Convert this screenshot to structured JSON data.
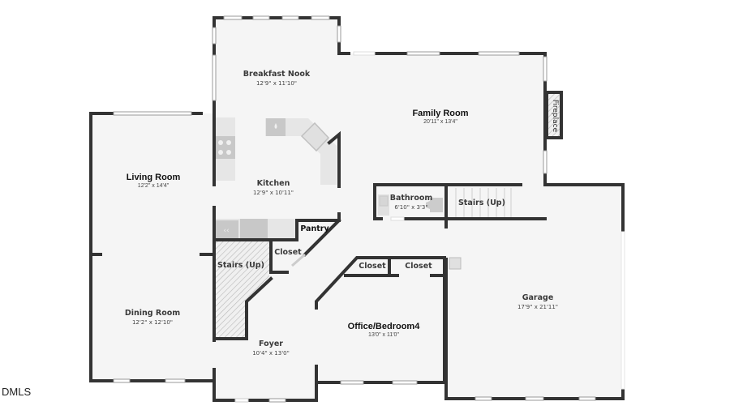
{
  "floor_plan": {
    "rooms": [
      {
        "id": "breakfast",
        "name": "Breakfast Nook",
        "dims": "12'9\" x 11'10\""
      },
      {
        "id": "family",
        "name": "Family Room",
        "dims": "20'11\" x 13'4\""
      },
      {
        "id": "living",
        "name": "Living Room",
        "dims": "12'2\" x 14'4\""
      },
      {
        "id": "kitchen",
        "name": "Kitchen",
        "dims": "12'9\" x 10'11\""
      },
      {
        "id": "bathroom",
        "name": "Bathroom",
        "dims": "6'10\" x 3'3\""
      },
      {
        "id": "stairs_right",
        "name": "Stairs (Up)",
        "dims": ""
      },
      {
        "id": "pantry",
        "name": "Pantry",
        "dims": ""
      },
      {
        "id": "stairs_left",
        "name": "Stairs (Up)",
        "dims": ""
      },
      {
        "id": "closet_foyer",
        "name": "Closet",
        "dims": ""
      },
      {
        "id": "closet_a",
        "name": "Closet",
        "dims": ""
      },
      {
        "id": "closet_b",
        "name": "Closet",
        "dims": ""
      },
      {
        "id": "garage",
        "name": "Garage",
        "dims": "17'9\" x 21'11\""
      },
      {
        "id": "office",
        "name": "Office/Bedroom4",
        "dims": "13'0\" x 11'0\""
      },
      {
        "id": "dining",
        "name": "Dining Room",
        "dims": "12'2\" x 12'10\""
      },
      {
        "id": "foyer",
        "name": "Foyer",
        "dims": "10'4\" x 13'0\""
      }
    ],
    "fixtures": {
      "fireplace": "Fireplace"
    },
    "colors": {
      "wall": "#333333",
      "floor": "#f5f5f5",
      "fixture": "#c8c8c8",
      "counter": "#e6e6e6"
    }
  },
  "watermark": "DMLS"
}
